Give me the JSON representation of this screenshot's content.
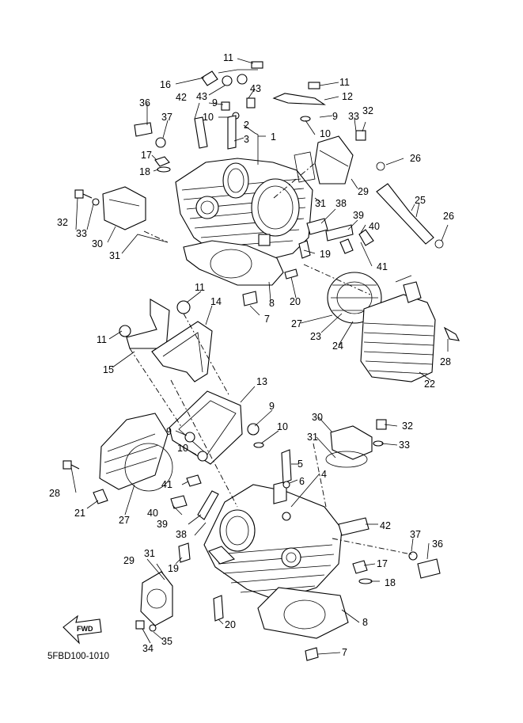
{
  "diagram_code": "5FBD100-1010",
  "direction_label": "FWD",
  "labels": {
    "l1": "1",
    "l2": "2",
    "l3": "3",
    "l4": "4",
    "l5": "5",
    "l6": "6",
    "l7a": "7",
    "l7b": "7",
    "l8a": "8",
    "l8b": "8",
    "l9a": "9",
    "l9b": "9",
    "l9c": "9",
    "l9d": "9",
    "l10a": "10",
    "l10b": "10",
    "l10c": "10",
    "l10d": "10",
    "l11a": "11",
    "l11b": "11",
    "l11c": "11",
    "l11d": "11",
    "l12": "12",
    "l13": "13",
    "l14": "14",
    "l15": "15",
    "l16": "16",
    "l17a": "17",
    "l17b": "17",
    "l18a": "18",
    "l18b": "18",
    "l19a": "19",
    "l19b": "19",
    "l20a": "20",
    "l20b": "20",
    "l21": "21",
    "l22": "22",
    "l23": "23",
    "l24": "24",
    "l25": "25",
    "l26a": "26",
    "l26b": "26",
    "l27a": "27",
    "l27b": "27",
    "l28a": "28",
    "l28b": "28",
    "l29a": "29",
    "l29b": "29",
    "l30a": "30",
    "l30b": "30",
    "l31a": "31",
    "l31b": "31",
    "l31c": "31",
    "l31d": "31",
    "l32a": "32",
    "l32b": "32",
    "l32c": "32",
    "l33a": "33",
    "l33b": "33",
    "l33c": "33",
    "l34": "34",
    "l35": "35",
    "l36a": "36",
    "l36b": "36",
    "l37a": "37",
    "l37b": "37",
    "l38a": "38",
    "l38b": "38",
    "l39a": "39",
    "l39b": "39",
    "l40a": "40",
    "l40b": "40",
    "l41a": "41",
    "l41b": "41",
    "l42a": "42",
    "l42b": "42",
    "l43a": "43",
    "l43b": "43"
  }
}
